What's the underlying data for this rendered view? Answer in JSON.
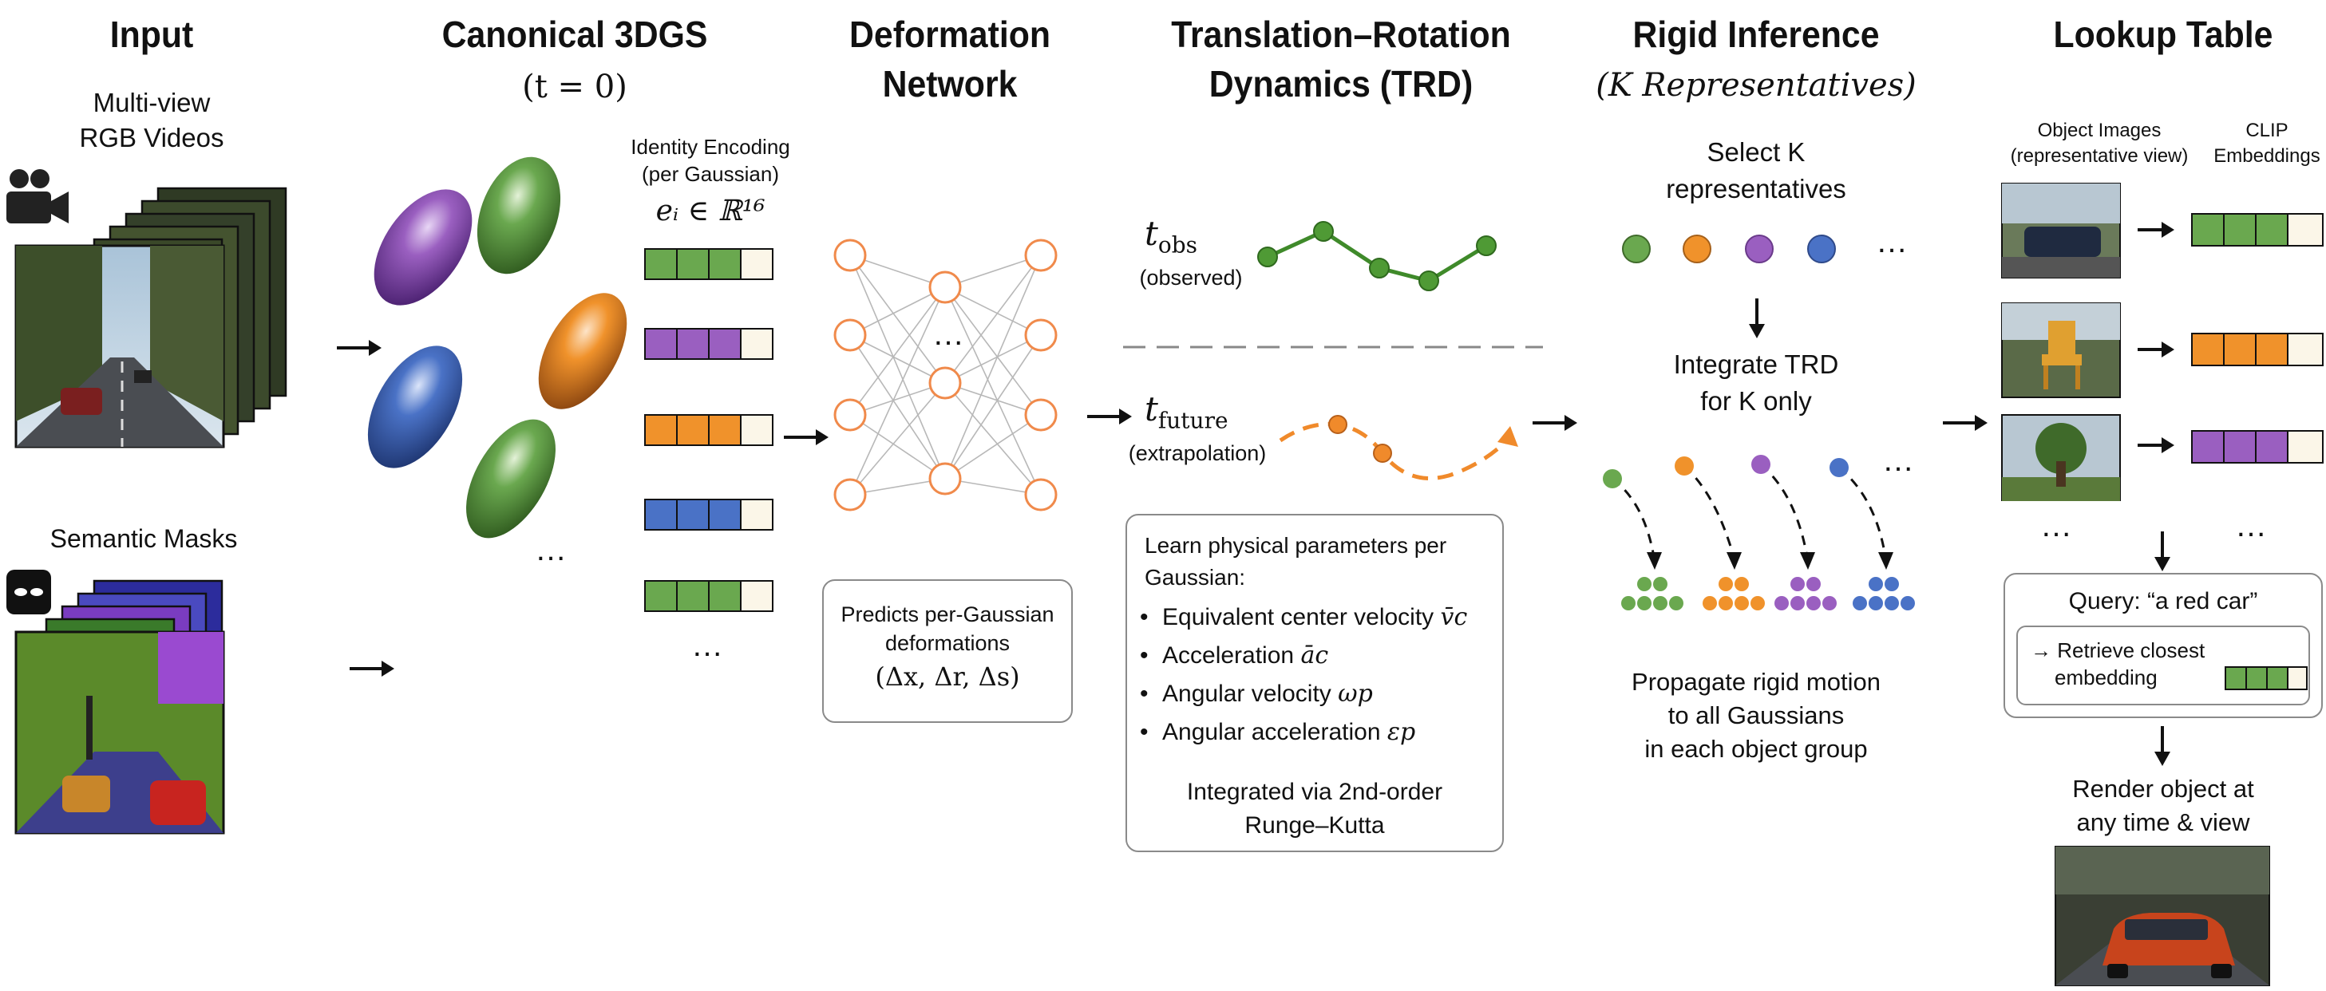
{
  "input": {
    "title": "Input",
    "videos_label_1": "Multi-view",
    "videos_label_2": "RGB Videos",
    "masks_label": "Semantic Masks"
  },
  "canonical": {
    "title": "Canonical 3DGS",
    "subtitle": "(t = 0)",
    "ellipsis": "…",
    "identity_label_1": "Identity Encoding",
    "identity_label_2": "(per Gaussian)",
    "identity_math": "eᵢ ∈ ℝ¹⁶",
    "enc_ellipsis": "…"
  },
  "deformation": {
    "title_1": "Deformation",
    "title_2": "Network",
    "nn_ellipsis": "…",
    "box_line_1": "Predicts per-Gaussian",
    "box_line_2": "deformations",
    "box_math": "(Δx, Δr, Δs)"
  },
  "trd": {
    "title_1": "Translation–Rotation",
    "title_2": "Dynamics (TRD)",
    "t_obs": "t",
    "t_obs_sub": "obs",
    "t_obs_label": "(observed)",
    "t_future": "t",
    "t_future_sub": "future",
    "t_future_label": "(extrapolation)",
    "box_intro_1": "Learn physical parameters per",
    "box_intro_2": "Gaussian:",
    "bullets": [
      {
        "text": "Equivalent center velocity",
        "math": "v̄c"
      },
      {
        "text": "Acceleration",
        "math": "āc"
      },
      {
        "text": "Angular velocity",
        "math": "ωp"
      },
      {
        "text": "Angular acceleration",
        "math": "εp"
      }
    ],
    "box_footer_1": "Integrated via 2nd-order",
    "box_footer_2": "Runge–Kutta"
  },
  "rigid": {
    "title": "Rigid Inference",
    "subtitle": "(K Representatives)",
    "select_1": "Select K",
    "select_2": "representatives",
    "integrate_1": "Integrate TRD",
    "integrate_2": "for K only",
    "dots_ellipsis": "…",
    "propagate_1": "Propagate rigid motion",
    "propagate_2": "to all Gaussians",
    "propagate_3": "in each object group"
  },
  "lookup": {
    "title": "Lookup Table",
    "images_label_1": "Object Images",
    "images_label_2": "(representative view)",
    "clip_label_1": "CLIP",
    "clip_label_2": "Embeddings",
    "img_ellipsis": "…",
    "emb_ellipsis": "…",
    "query": "Query: “a red car”",
    "retrieve_1": "→ Retrieve closest",
    "retrieve_2": "embedding",
    "render_1": "Render object at",
    "render_2": "any time & view"
  },
  "colors": {
    "green": "#6aa84f",
    "orange": "#f0922b",
    "purple": "#9a5fc0",
    "blue": "#4a72c6",
    "neuron": "#f08a4b"
  }
}
